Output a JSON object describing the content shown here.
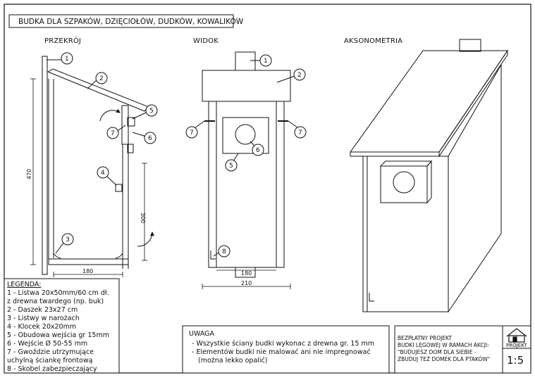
{
  "title": "BUDKA DLA SZPAKÓW, DZIĘCIOŁÓW, DUDKÓW, KOWALIKÓW",
  "views": {
    "section": "PRZEKRÓJ",
    "front": "WIDOK",
    "axonometric": "AKSONOMETRIA"
  },
  "dimensions": {
    "section_height": "470",
    "section_inner_height": "300",
    "section_width": "180",
    "front_inner_width": "180",
    "front_outer_width": "210"
  },
  "callouts": {
    "c1": "1",
    "c2": "2",
    "c3": "3",
    "c4": "4",
    "c5": "5",
    "c6": "6",
    "c7": "7",
    "c8": "8"
  },
  "legend": {
    "heading": "LEGENDA:",
    "lines": [
      "1 - Listwa 20x50mm/60 cm dł.",
      "z drewna twardego (np. buk)",
      "2 - Daszek 23x27 cm",
      "3 - Listwy w narożach",
      "4 - Klocek 20x20mm",
      "5 - Obudowa wejścia gr 15mm",
      "6 - Wejście Ø 50-55 mm",
      "7 - Gwoździe utrzymujące",
      "uchylną ściankę frontową",
      "8 - Skobel zabezpieczający"
    ]
  },
  "notes": {
    "heading": "UWAGA",
    "lines": [
      "- Wszystkie ściany budki wykonac z drewna gr. 15 mm",
      "- Elementów budki nie malować ani nie impregnować",
      "(można lekko opalić)"
    ]
  },
  "project": {
    "lines": [
      "BEZPŁATNY PROJEKT",
      "BUDKI LĘGOWEJ W RAMACH AKCJI:",
      "\"BUDUJESZ DOM DLA SIEBIE -",
      "ZBUDUJ TEŻ DOMEK DLA PTAKÓW\""
    ],
    "logo_label": "PROJEKT",
    "scale": "1:5"
  }
}
